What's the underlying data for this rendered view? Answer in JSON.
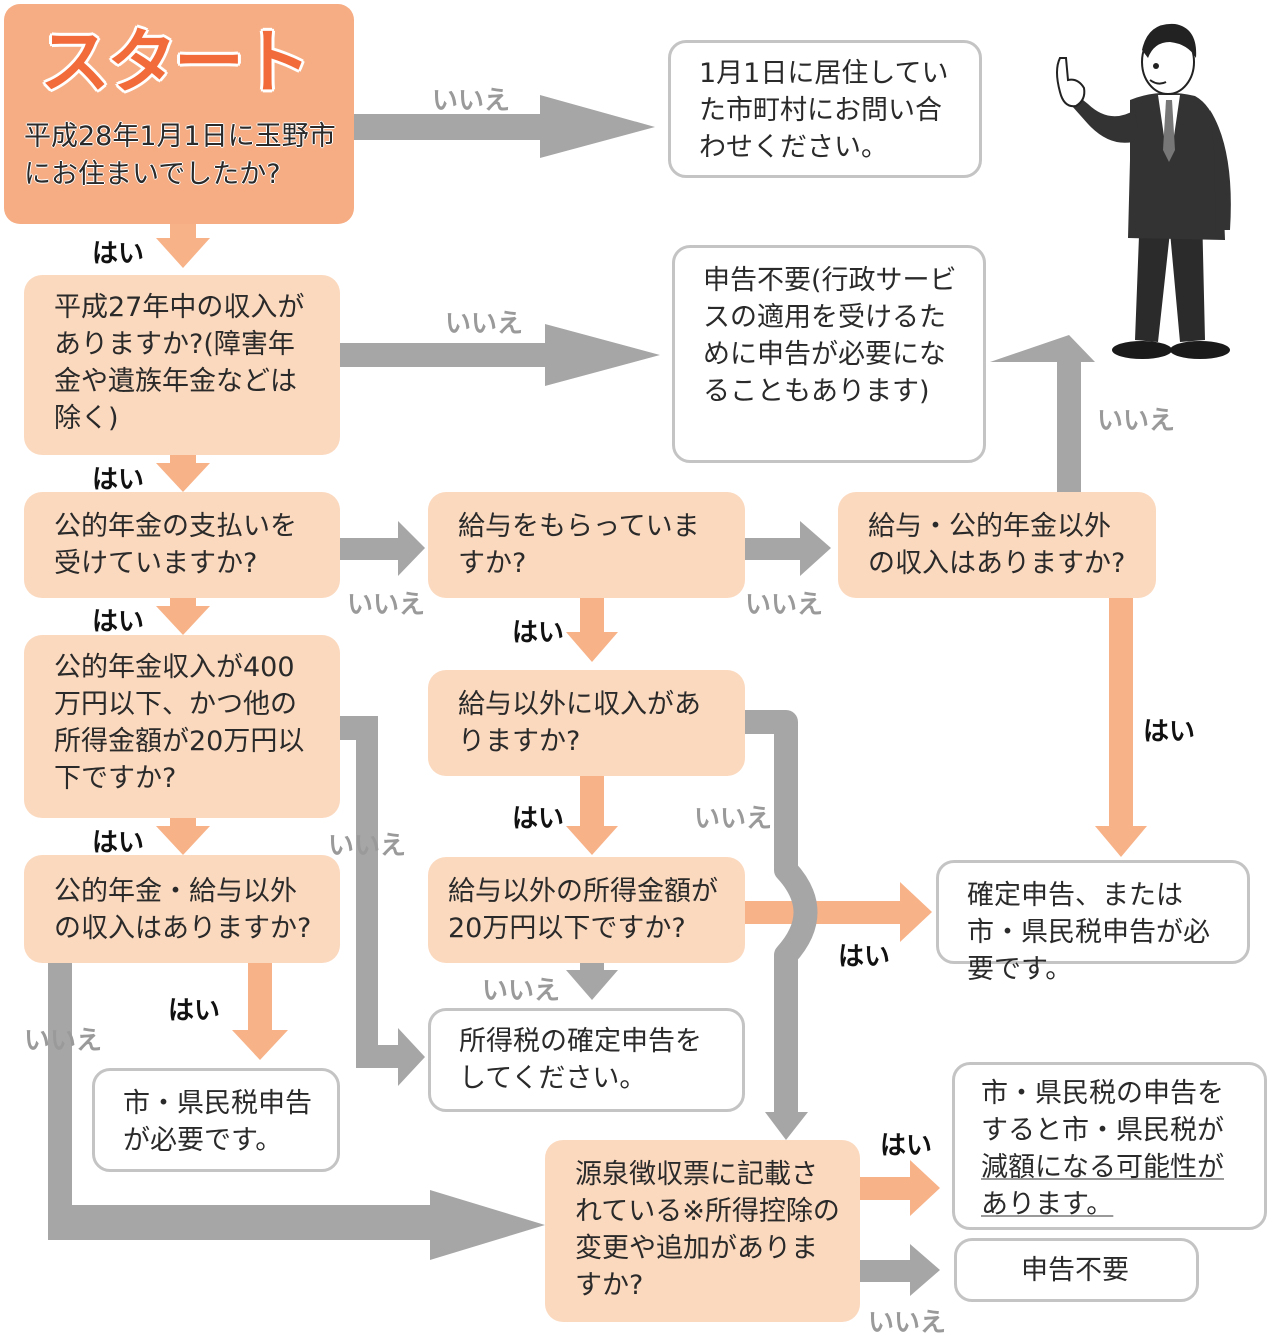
{
  "start": {
    "title": "スタート",
    "question": "平成28年1月1日に玉野市にお住まいでしたか?"
  },
  "questions": {
    "income_h27": "平成27年中の収入がありますか?(障害年金や遺族年金などは除く)",
    "pension": "公的年金の支払いを受けていますか?",
    "pension_400": "公的年金収入が400万円以下、かつ他の所得金額が20万円以下ですか?",
    "pension_other": "公的年金・給与以外の収入はありますか?",
    "salary": "給与をもらっていますか?",
    "salary_other": "給与以外に収入がありますか?",
    "salary_other_20": "給与以外の所得金額が20万円以下ですか?",
    "other_income": "給与・公的年金以外の収入はありますか?",
    "withholding": "源泉徴収票に記載されている※所得控除の変更や追加がありますか?"
  },
  "answers": {
    "ask_city": "1月1日に居住していた市町村にお問い合わせください。",
    "not_required_note": "申告不要(行政サービスの適用を受けるために申告が必要になることもあります)",
    "final_return": "確定申告、または市・県民税申告が必要です。",
    "city_tax_required": "市・県民税申告が必要です。",
    "income_tax_return": "所得税の確定申告をしてください。",
    "reduction_lead": "市・県民税の申告をすると市・県民税が",
    "reduction_underlined": "減額になる可能性があります。",
    "not_required": "申告不要"
  },
  "labels": {
    "yes": "はい",
    "no": "いいえ"
  },
  "colors": {
    "question_fill": "#fbd9bf",
    "start_fill": "#f6ad83",
    "yes_arrow": "#f7b288",
    "no_arrow": "#a6a6a6"
  },
  "illustration": "businessman-pointing"
}
